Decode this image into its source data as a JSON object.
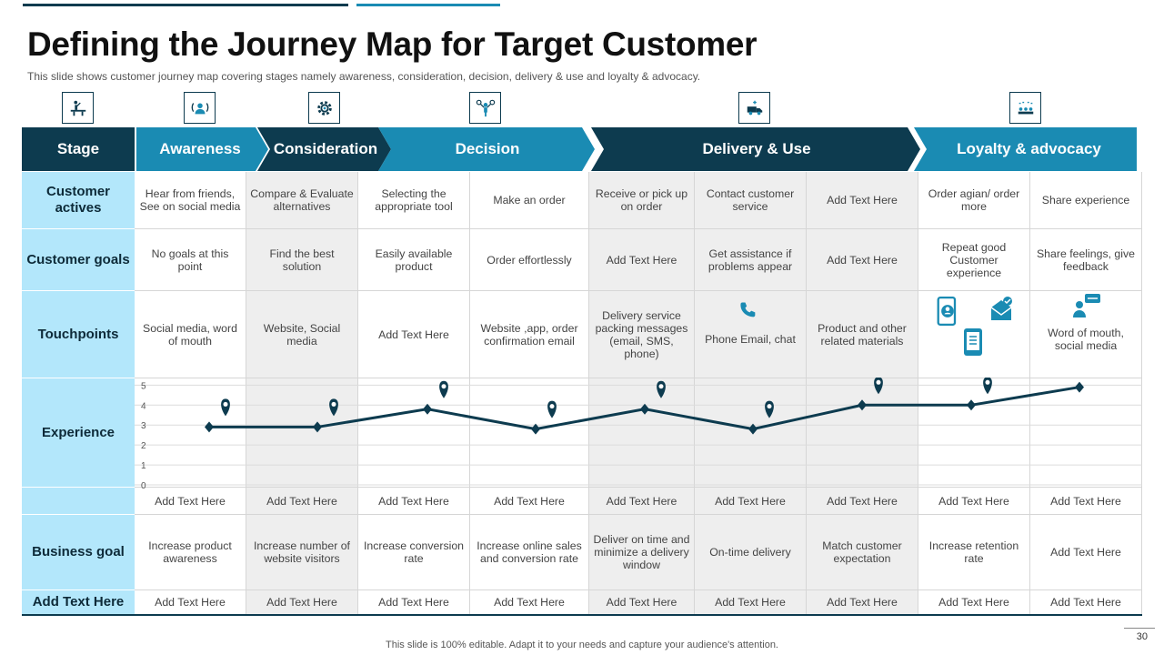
{
  "title": "Defining the Journey Map for Target Customer",
  "subtitle": "This slide shows customer journey map covering stages namely awareness, consideration, decision, delivery & use and loyalty  &  advocacy.",
  "stages": [
    "Awareness",
    "Consideration",
    "Decision",
    "Delivery & Use",
    "Loyalty & advocacy"
  ],
  "row_headers": {
    "stage": "Stage",
    "actives": "Customer actives",
    "goals": "Customer goals",
    "touchpoints": "Touchpoints",
    "experience": "Experience",
    "business": "Business goal",
    "extra": "Add Text Here"
  },
  "rows": {
    "actives": [
      "Hear from friends, See on social media",
      "Compare & Evaluate alternatives",
      "Selecting the appropriate tool",
      "Make  an order",
      "Receive or pick up on order",
      "Contact customer service",
      "Add Text Here",
      "Order agian/ order more",
      "Share experience"
    ],
    "goals": [
      "No goals at this point",
      "Find the best solution",
      "Easily available product",
      "Order effortlessly",
      "Add Text Here",
      "Get assistance if problems appear",
      "Add Text Here",
      "Repeat good Customer experience",
      "Share feelings, give feedback"
    ],
    "touchpoints": [
      "Social media, word of mouth",
      "Website, Social media",
      "Add Text Here",
      "Website ,app, order confirmation email",
      "Delivery service packing messages (email, SMS,  phone)",
      "Phone Email, chat",
      "Product and other related materials",
      "",
      "Word of mouth, social media"
    ],
    "experience_notes": [
      "Add Text Here",
      "Add Text Here",
      "Add Text Here",
      "Add Text Here",
      "Add Text Here",
      "Add Text Here",
      "Add Text Here",
      "Add Text Here",
      "Add Text Here"
    ],
    "business": [
      "Increase product awareness",
      "Increase number of website visitors",
      "Increase conversion rate",
      "Increase online sales and conversion rate",
      "Deliver on time and minimize a delivery window",
      "On-time delivery",
      "Match customer expectation",
      "Increase retention rate",
      "Add Text Here"
    ],
    "extra": [
      "Add Text Here",
      "Add Text Here",
      "Add Text Here",
      "Add Text Here",
      "Add Text Here",
      "Add Text Here",
      "Add Text Here",
      "Add Text Here",
      "Add Text Here"
    ]
  },
  "chart_data": {
    "type": "line",
    "x": [
      1,
      2,
      3,
      4,
      5,
      6,
      7,
      8,
      9
    ],
    "values": [
      2.9,
      2.9,
      3.8,
      2.8,
      3.8,
      2.8,
      4.0,
      4.0,
      4.9
    ],
    "yticks": [
      "0",
      "1",
      "2",
      "3",
      "4",
      "5"
    ],
    "ylim": [
      0,
      5.2
    ],
    "grid": true,
    "color": "#0d3b4f"
  },
  "icons": {
    "stage": [
      "presentation-icon",
      "user-broadcast-icon",
      "settings-icon",
      "person-choice-icon",
      "delivery-truck-icon",
      "team-rating-icon"
    ],
    "touchpoints": [
      "phone-call-icon",
      "chat-device-icon",
      "mail-check-icon",
      "mobile-icon",
      "user-chat-icon"
    ]
  },
  "colors": {
    "dark": "#0d3b4f",
    "blue": "#1a8bb3",
    "light": "#b3e7fb",
    "icon": "#1a8bb3"
  },
  "footer": "This slide is 100% editable.  Adapt it to your needs and capture your audience's attention.",
  "page_number": "30"
}
